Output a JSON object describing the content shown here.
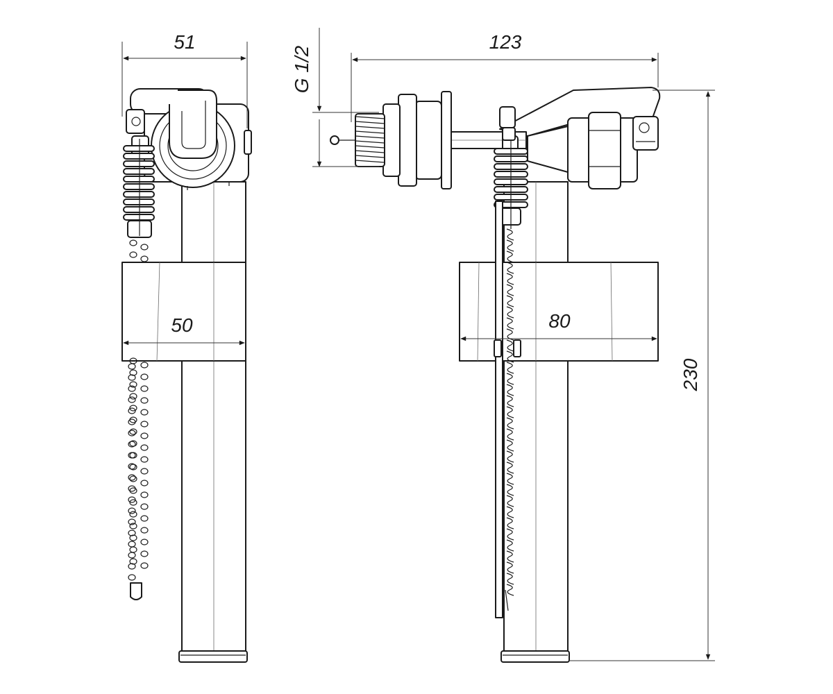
{
  "drawing": {
    "dimensions": {
      "side_width": "51",
      "float_width_side": "50",
      "thread": "G 1/2",
      "overall_length": "123",
      "float_width_front": "80",
      "overall_height": "230"
    },
    "colors": {
      "line": "#1a1a1a",
      "background": "#ffffff"
    }
  }
}
